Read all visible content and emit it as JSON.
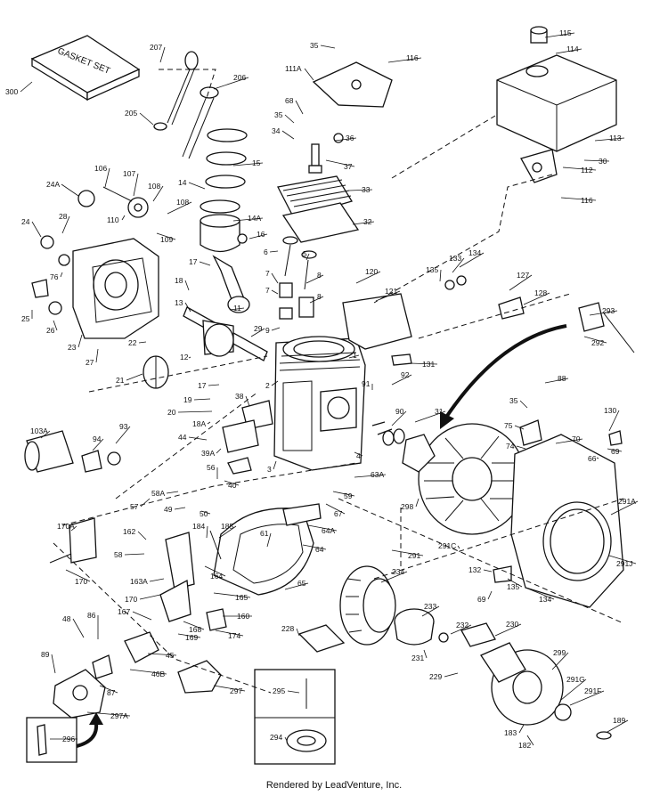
{
  "diagram": {
    "callouts": [
      "300",
      "207",
      "206",
      "205",
      "35",
      "116",
      "111A",
      "115",
      "114",
      "68",
      "35",
      "34",
      "36",
      "37",
      "113",
      "30",
      "112",
      "116",
      "33",
      "32",
      "24A",
      "106",
      "107",
      "108",
      "110",
      "108",
      "109",
      "15",
      "14",
      "14A",
      "16",
      "28",
      "24",
      "76",
      "25",
      "26",
      "23",
      "27",
      "22",
      "21",
      "18",
      "13",
      "11",
      "17",
      "12",
      "29",
      "6",
      "5",
      "7",
      "8",
      "7",
      "8",
      "9",
      "120",
      "121",
      "135",
      "133",
      "134",
      "127",
      "128",
      "293",
      "292",
      "131",
      "1",
      "2",
      "3",
      "4",
      "17",
      "19",
      "20",
      "18A",
      "38",
      "44",
      "39A",
      "56",
      "57",
      "58A",
      "49",
      "50",
      "40",
      "91",
      "92",
      "90",
      "31",
      "88",
      "35",
      "75",
      "74",
      "70",
      "130",
      "66",
      "69",
      "103A",
      "94",
      "93",
      "63A",
      "59",
      "67",
      "64A",
      "64",
      "61",
      "162",
      "184",
      "185",
      "170A",
      "170",
      "58",
      "163A",
      "170",
      "164",
      "165",
      "65",
      "167",
      "174",
      "160",
      "168",
      "169",
      "48",
      "86",
      "45",
      "46B",
      "87",
      "297",
      "89",
      "297A",
      "296",
      "295",
      "294",
      "298",
      "291",
      "291C",
      "291A",
      "291J",
      "132",
      "135",
      "134",
      "69",
      "234",
      "233",
      "232",
      "231",
      "228",
      "230",
      "229",
      "299",
      "291G",
      "291F",
      "183",
      "182",
      "189"
    ],
    "box_label_left": "GASKET SET",
    "footer": "Rendered by LeadVenture, Inc."
  }
}
